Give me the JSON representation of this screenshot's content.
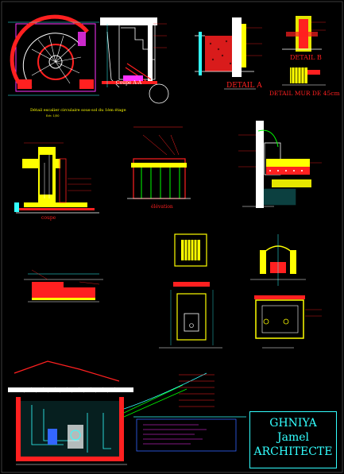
{
  "drawing": {
    "detail_a_label": "DETAIL A",
    "detail_b_label": "DETAIL B",
    "detail_mur_label": "DETAIL MUR DE 45cm",
    "coupe_aa_label": "Coupe A-A",
    "coupe_label": "coupe",
    "elevation_label": "élévation",
    "escalier_caption": "Détail escalier circulaire sous-sol du 1èm étage",
    "escalier_scale": "Ech: 1/50"
  },
  "title_block": {
    "line1": "GHNIYA",
    "line2": "Jamel",
    "line3": "ARCHITECTE"
  },
  "colors": {
    "background": "#000000",
    "cyan": "#33ffff",
    "yellow": "#ffff00",
    "red": "#ff2020",
    "green": "#00ff00",
    "magenta": "#ff33ff",
    "white": "#ffffff",
    "blue": "#3366ff"
  }
}
